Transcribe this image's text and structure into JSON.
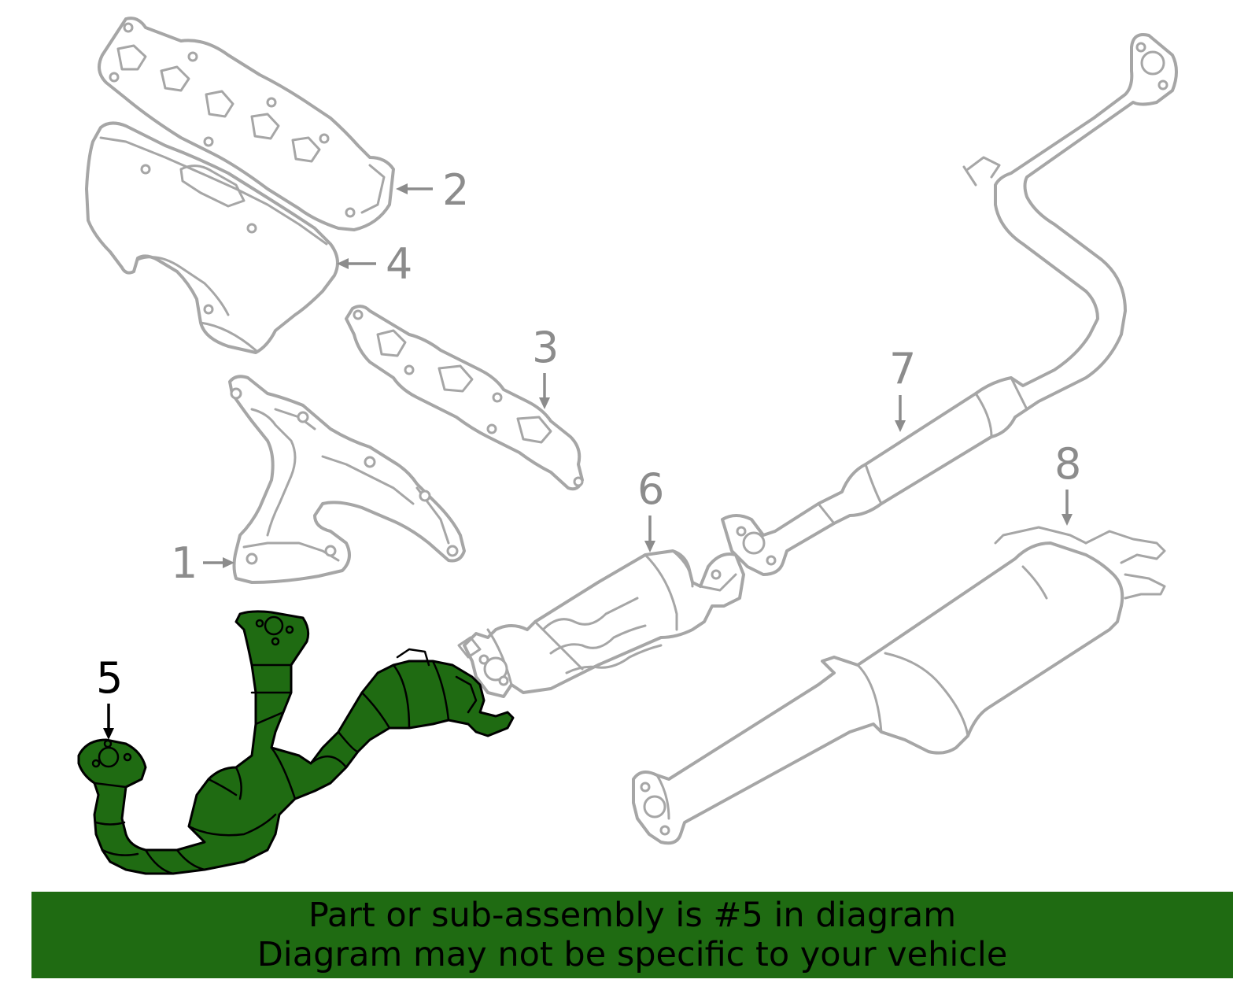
{
  "diagram": {
    "highlight_color": "#1f6b12",
    "outline_color": "#a6a6a6",
    "callouts": [
      {
        "id": "1",
        "label": "1",
        "highlighted": false
      },
      {
        "id": "2",
        "label": "2",
        "highlighted": false
      },
      {
        "id": "3",
        "label": "3",
        "highlighted": false
      },
      {
        "id": "4",
        "label": "4",
        "highlighted": false
      },
      {
        "id": "5",
        "label": "5",
        "highlighted": true
      },
      {
        "id": "6",
        "label": "6",
        "highlighted": false
      },
      {
        "id": "7",
        "label": "7",
        "highlighted": false
      },
      {
        "id": "8",
        "label": "8",
        "highlighted": false
      }
    ]
  },
  "banner": {
    "line1": "Part or sub-assembly is #5 in diagram",
    "line2": "Diagram may not be specific to your vehicle",
    "background": "#1f6b12"
  }
}
